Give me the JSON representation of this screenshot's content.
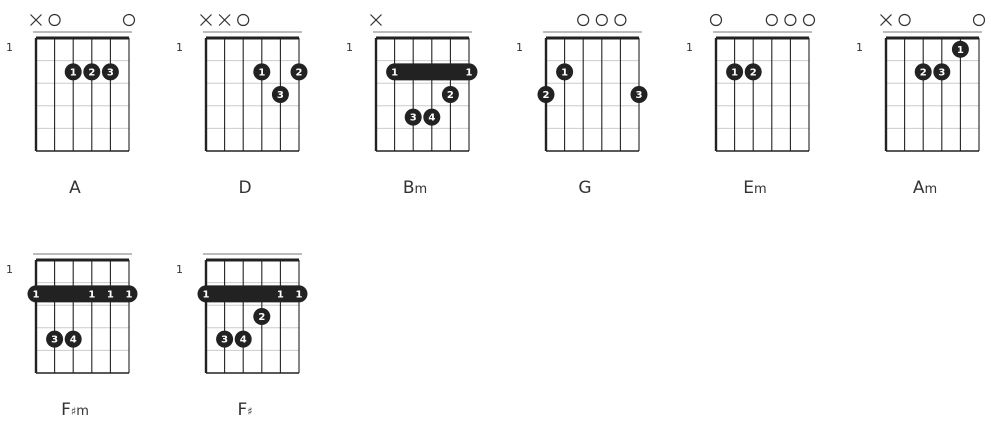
{
  "chords": [
    {
      "name": "A",
      "name_parts": {
        "root": "A",
        "sharp": "",
        "quality": ""
      },
      "start_fret": "1",
      "string_marks": [
        "x",
        "o",
        "",
        "",
        "",
        "o"
      ],
      "barre": null,
      "dots": [
        {
          "string": 3,
          "fret": 2,
          "finger": "1"
        },
        {
          "string": 4,
          "fret": 2,
          "finger": "2"
        },
        {
          "string": 5,
          "fret": 2,
          "finger": "3"
        }
      ]
    },
    {
      "name": "D",
      "name_parts": {
        "root": "D",
        "sharp": "",
        "quality": ""
      },
      "start_fret": "1",
      "string_marks": [
        "x",
        "x",
        "o",
        "",
        "",
        ""
      ],
      "barre": null,
      "dots": [
        {
          "string": 4,
          "fret": 2,
          "finger": "1"
        },
        {
          "string": 6,
          "fret": 2,
          "finger": "2"
        },
        {
          "string": 5,
          "fret": 3,
          "finger": "3"
        }
      ]
    },
    {
      "name": "Bm",
      "name_parts": {
        "root": "B",
        "sharp": "",
        "quality": "m"
      },
      "start_fret": "1",
      "string_marks": [
        "x",
        "",
        "",
        "",
        "",
        ""
      ],
      "barre": {
        "fret": 2,
        "from": 2,
        "to": 6,
        "left_finger": "1",
        "right_finger": "1"
      },
      "dots": [
        {
          "string": 5,
          "fret": 3,
          "finger": "2"
        },
        {
          "string": 3,
          "fret": 4,
          "finger": "3"
        },
        {
          "string": 4,
          "fret": 4,
          "finger": "4"
        }
      ]
    },
    {
      "name": "G",
      "name_parts": {
        "root": "G",
        "sharp": "",
        "quality": ""
      },
      "start_fret": "1",
      "string_marks": [
        "",
        "",
        "o",
        "o",
        "o",
        ""
      ],
      "barre": null,
      "dots": [
        {
          "string": 2,
          "fret": 2,
          "finger": "1"
        },
        {
          "string": 1,
          "fret": 3,
          "finger": "2"
        },
        {
          "string": 6,
          "fret": 3,
          "finger": "3"
        }
      ]
    },
    {
      "name": "Em",
      "name_parts": {
        "root": "E",
        "sharp": "",
        "quality": "m"
      },
      "start_fret": "1",
      "string_marks": [
        "o",
        "",
        "",
        "o",
        "o",
        "o"
      ],
      "barre": null,
      "dots": [
        {
          "string": 2,
          "fret": 2,
          "finger": "1"
        },
        {
          "string": 3,
          "fret": 2,
          "finger": "2"
        }
      ]
    },
    {
      "name": "Am",
      "name_parts": {
        "root": "A",
        "sharp": "",
        "quality": "m"
      },
      "start_fret": "1",
      "string_marks": [
        "x",
        "o",
        "",
        "",
        "",
        "o"
      ],
      "barre": null,
      "dots": [
        {
          "string": 5,
          "fret": 1,
          "finger": "1"
        },
        {
          "string": 3,
          "fret": 2,
          "finger": "2"
        },
        {
          "string": 4,
          "fret": 2,
          "finger": "3"
        }
      ]
    },
    {
      "name": "F♯m",
      "name_parts": {
        "root": "F",
        "sharp": "♯",
        "quality": "m"
      },
      "start_fret": "1",
      "string_marks": [
        "",
        "",
        "",
        "",
        "",
        ""
      ],
      "barre": {
        "fret": 2,
        "from": 1,
        "to": 6,
        "left_finger": "1",
        "right_finger": "1"
      },
      "barre_extra_labels": [
        {
          "string": 4,
          "finger": "1"
        },
        {
          "string": 5,
          "finger": "1"
        }
      ],
      "dots": [
        {
          "string": 2,
          "fret": 4,
          "finger": "3"
        },
        {
          "string": 3,
          "fret": 4,
          "finger": "4"
        }
      ]
    },
    {
      "name": "F♯",
      "name_parts": {
        "root": "F",
        "sharp": "♯",
        "quality": ""
      },
      "start_fret": "1",
      "string_marks": [
        "",
        "",
        "",
        "",
        "",
        ""
      ],
      "barre": {
        "fret": 2,
        "from": 1,
        "to": 6,
        "left_finger": "1",
        "right_finger": "1"
      },
      "barre_extra_labels": [
        {
          "string": 5,
          "finger": "1"
        }
      ],
      "dots": [
        {
          "string": 4,
          "fret": 3,
          "finger": "2"
        },
        {
          "string": 2,
          "fret": 4,
          "finger": "3"
        },
        {
          "string": 3,
          "fret": 4,
          "finger": "4"
        }
      ]
    }
  ]
}
